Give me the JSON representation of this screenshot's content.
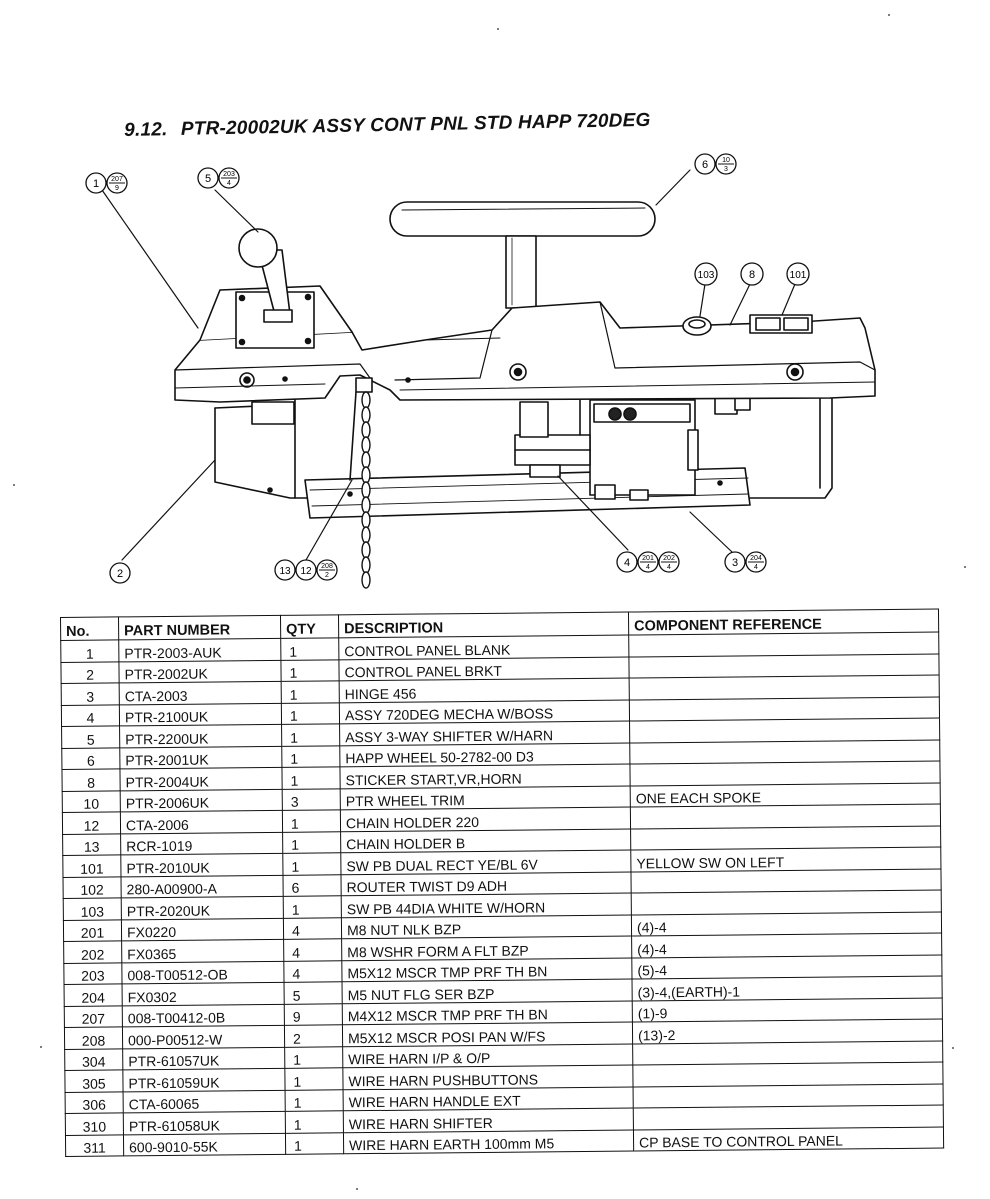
{
  "heading": {
    "section": "9.12.",
    "title": "PTR-20002UK  ASSY CONT PNL STD HAPP 720DEG"
  },
  "callouts": {
    "c1": {
      "num": "1",
      "frac_top": "207",
      "frac_bottom": "9"
    },
    "c5": {
      "num": "5",
      "frac_top": "203",
      "frac_bottom": "4"
    },
    "c6": {
      "num": "6",
      "frac_top": "10",
      "frac_bottom": "3"
    },
    "c103": {
      "num": "103"
    },
    "c8": {
      "num": "8"
    },
    "c101": {
      "num": "101"
    },
    "c2": {
      "num": "2"
    },
    "c13": {
      "num": "13"
    },
    "c12": {
      "num": "12",
      "frac_top": "208",
      "frac_bottom": "2"
    },
    "c4": {
      "num": "4",
      "frac1_top": "201",
      "frac1_bottom": "4",
      "frac2_top": "202",
      "frac2_bottom": "4"
    },
    "c3": {
      "num": "3",
      "frac_top": "204",
      "frac_bottom": "4"
    }
  },
  "table": {
    "headers": {
      "no": "No.",
      "part": "PART NUMBER",
      "qty": "QTY",
      "desc": "DESCRIPTION",
      "ref": "COMPONENT REFERENCE"
    },
    "rows": [
      {
        "no": "1",
        "part": "PTR-2003-AUK",
        "qty": "1",
        "desc": "CONTROL PANEL BLANK",
        "ref": ""
      },
      {
        "no": "2",
        "part": "PTR-2002UK",
        "qty": "1",
        "desc": "CONTROL PANEL BRKT",
        "ref": ""
      },
      {
        "no": "3",
        "part": "CTA-2003",
        "qty": "1",
        "desc": "HINGE 456",
        "ref": ""
      },
      {
        "no": "4",
        "part": "PTR-2100UK",
        "qty": "1",
        "desc": "ASSY 720DEG MECHA W/BOSS",
        "ref": ""
      },
      {
        "no": "5",
        "part": "PTR-2200UK",
        "qty": "1",
        "desc": "ASSY 3-WAY SHIFTER W/HARN",
        "ref": ""
      },
      {
        "no": "6",
        "part": "PTR-2001UK",
        "qty": "1",
        "desc": "HAPP WHEEL 50-2782-00 D3",
        "ref": ""
      },
      {
        "no": "8",
        "part": "PTR-2004UK",
        "qty": "1",
        "desc": "STICKER START,VR,HORN",
        "ref": ""
      },
      {
        "no": "10",
        "part": "PTR-2006UK",
        "qty": "3",
        "desc": "PTR WHEEL TRIM",
        "ref": "ONE EACH SPOKE"
      },
      {
        "no": "12",
        "part": "CTA-2006",
        "qty": "1",
        "desc": "CHAIN HOLDER 220",
        "ref": ""
      },
      {
        "no": "13",
        "part": "RCR-1019",
        "qty": "1",
        "desc": "CHAIN HOLDER B",
        "ref": ""
      },
      {
        "no": "101",
        "part": "PTR-2010UK",
        "qty": "1",
        "desc": "SW PB DUAL RECT YE/BL 6V",
        "ref": "YELLOW SW ON LEFT"
      },
      {
        "no": "102",
        "part": "280-A00900-A",
        "qty": "6",
        "desc": "ROUTER TWIST D9 ADH",
        "ref": ""
      },
      {
        "no": "103",
        "part": "PTR-2020UK",
        "qty": "1",
        "desc": "SW PB 44DIA WHITE W/HORN",
        "ref": ""
      },
      {
        "no": "201",
        "part": "FX0220",
        "qty": "4",
        "desc": "M8 NUT NLK BZP",
        "ref": "(4)-4"
      },
      {
        "no": "202",
        "part": "FX0365",
        "qty": "4",
        "desc": "M8 WSHR FORM A FLT BZP",
        "ref": "(4)-4"
      },
      {
        "no": "203",
        "part": "008-T00512-OB",
        "qty": "4",
        "desc": "M5X12 MSCR TMP PRF TH BN",
        "ref": "(5)-4"
      },
      {
        "no": "204",
        "part": "FX0302",
        "qty": "5",
        "desc": "M5 NUT FLG SER BZP",
        "ref": "(3)-4,(EARTH)-1"
      },
      {
        "no": "207",
        "part": "008-T00412-0B",
        "qty": "9",
        "desc": "M4X12 MSCR TMP PRF TH BN",
        "ref": "(1)-9"
      },
      {
        "no": "208",
        "part": "000-P00512-W",
        "qty": "2",
        "desc": "M5X12 MSCR POSI PAN W/FS",
        "ref": "(13)-2"
      },
      {
        "no": "304",
        "part": "PTR-61057UK",
        "qty": "1",
        "desc": "WIRE HARN I/P & O/P",
        "ref": ""
      },
      {
        "no": "305",
        "part": "PTR-61059UK",
        "qty": "1",
        "desc": "WIRE HARN PUSHBUTTONS",
        "ref": ""
      },
      {
        "no": "306",
        "part": "CTA-60065",
        "qty": "1",
        "desc": "WIRE HARN HANDLE EXT",
        "ref": ""
      },
      {
        "no": "310",
        "part": "PTR-61058UK",
        "qty": "1",
        "desc": "WIRE HARN SHIFTER",
        "ref": ""
      },
      {
        "no": "311",
        "part": "600-9010-55K",
        "qty": "1",
        "desc": "WIRE HARN EARTH 100mm M5",
        "ref": "CP BASE TO CONTROL PANEL"
      }
    ]
  }
}
